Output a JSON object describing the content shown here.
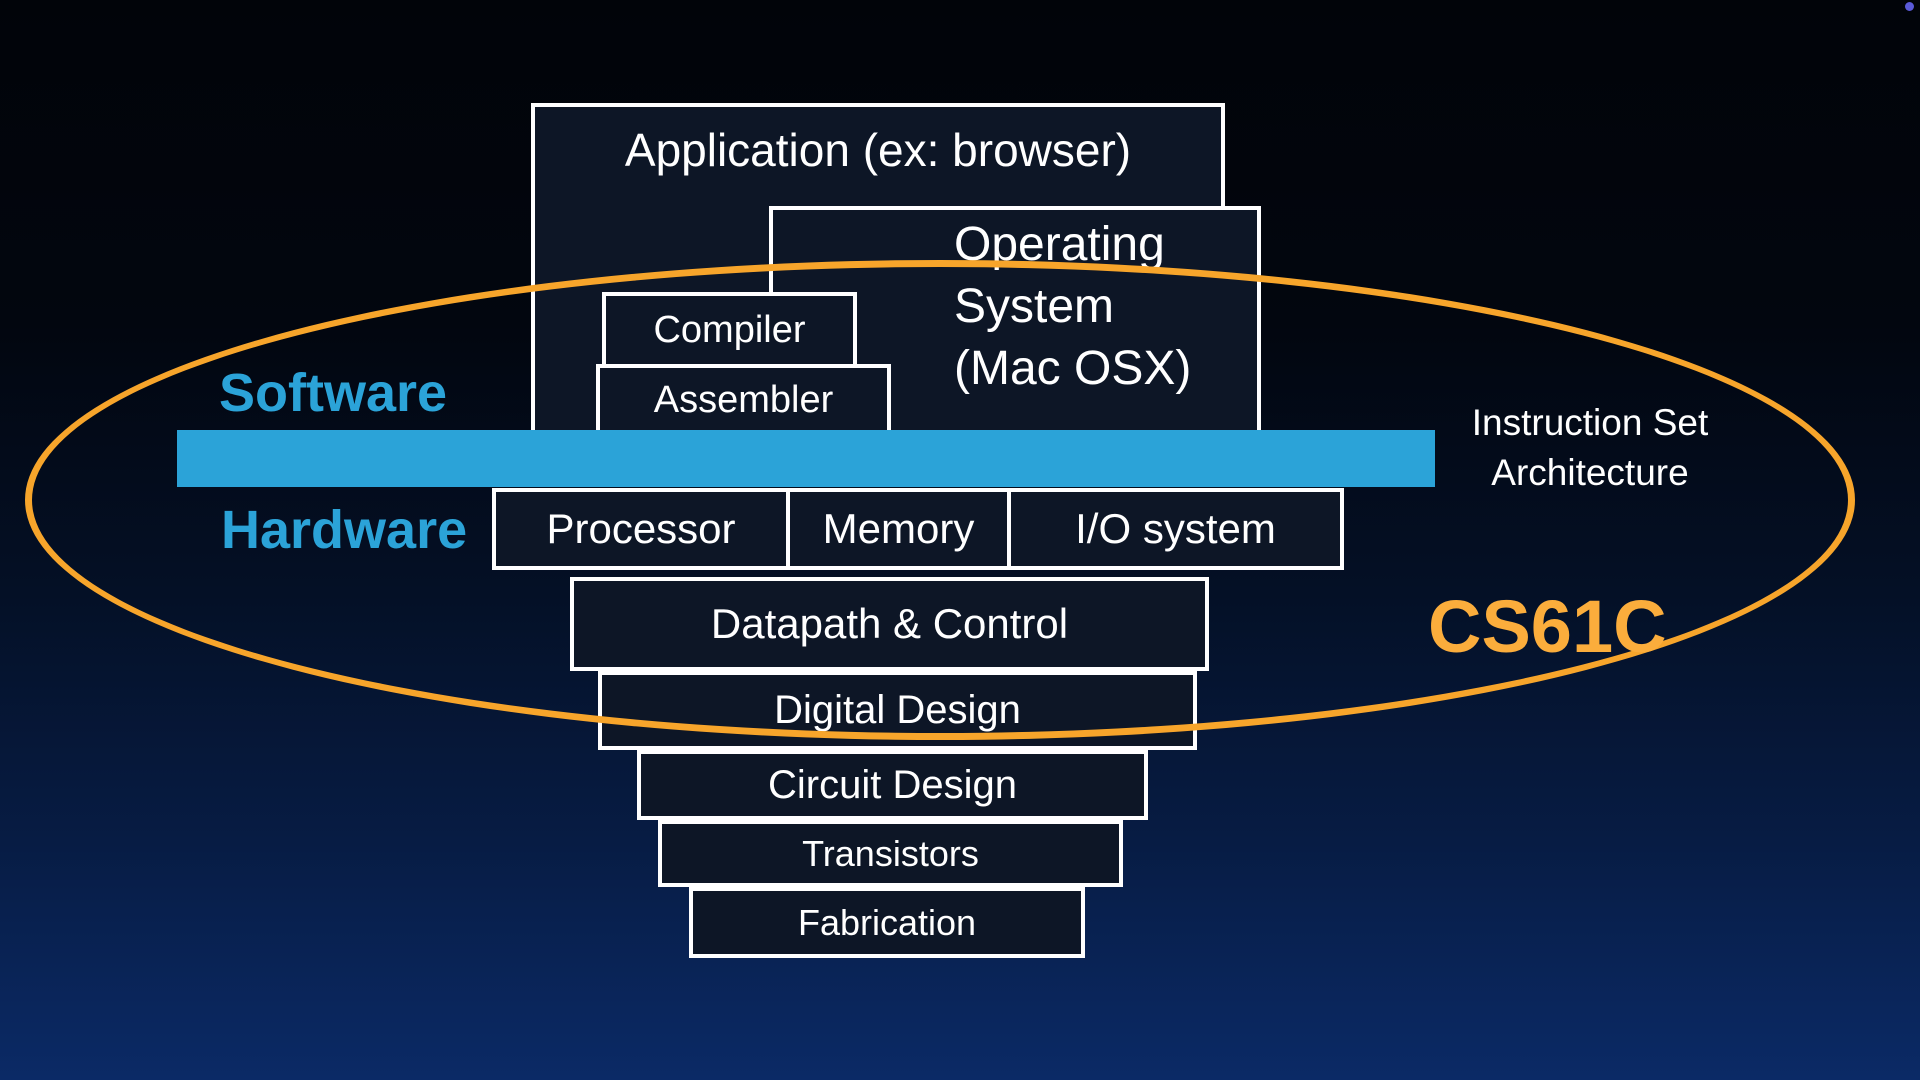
{
  "slide": {
    "boxes": {
      "application": "Application (ex: browser)",
      "os_line1": "Operating",
      "os_line2": "System",
      "os_line3": "(Mac OSX)",
      "compiler": "Compiler",
      "assembler": "Assembler",
      "processor": "Processor",
      "memory": "Memory",
      "io": "I/O system",
      "datapath": "Datapath & Control",
      "digital": "Digital Design",
      "circuit": "Circuit Design",
      "transistors": "Transistors",
      "fabrication": "Fabrication"
    },
    "labels": {
      "software": "Software",
      "hardware": "Hardware",
      "isa_line1": "Instruction Set",
      "isa_line2": "Architecture",
      "course": "CS61C"
    },
    "colors": {
      "accent_blue": "#2BA3D8",
      "ellipse_orange": "#F7A52B",
      "course_orange": "#FBAD3C",
      "box_fill": "#0D1626",
      "box_border": "#FFFFFF",
      "background_top": "#010409",
      "background_bottom": "#0B2A66",
      "corner_dot": "#5A5AD8"
    }
  }
}
